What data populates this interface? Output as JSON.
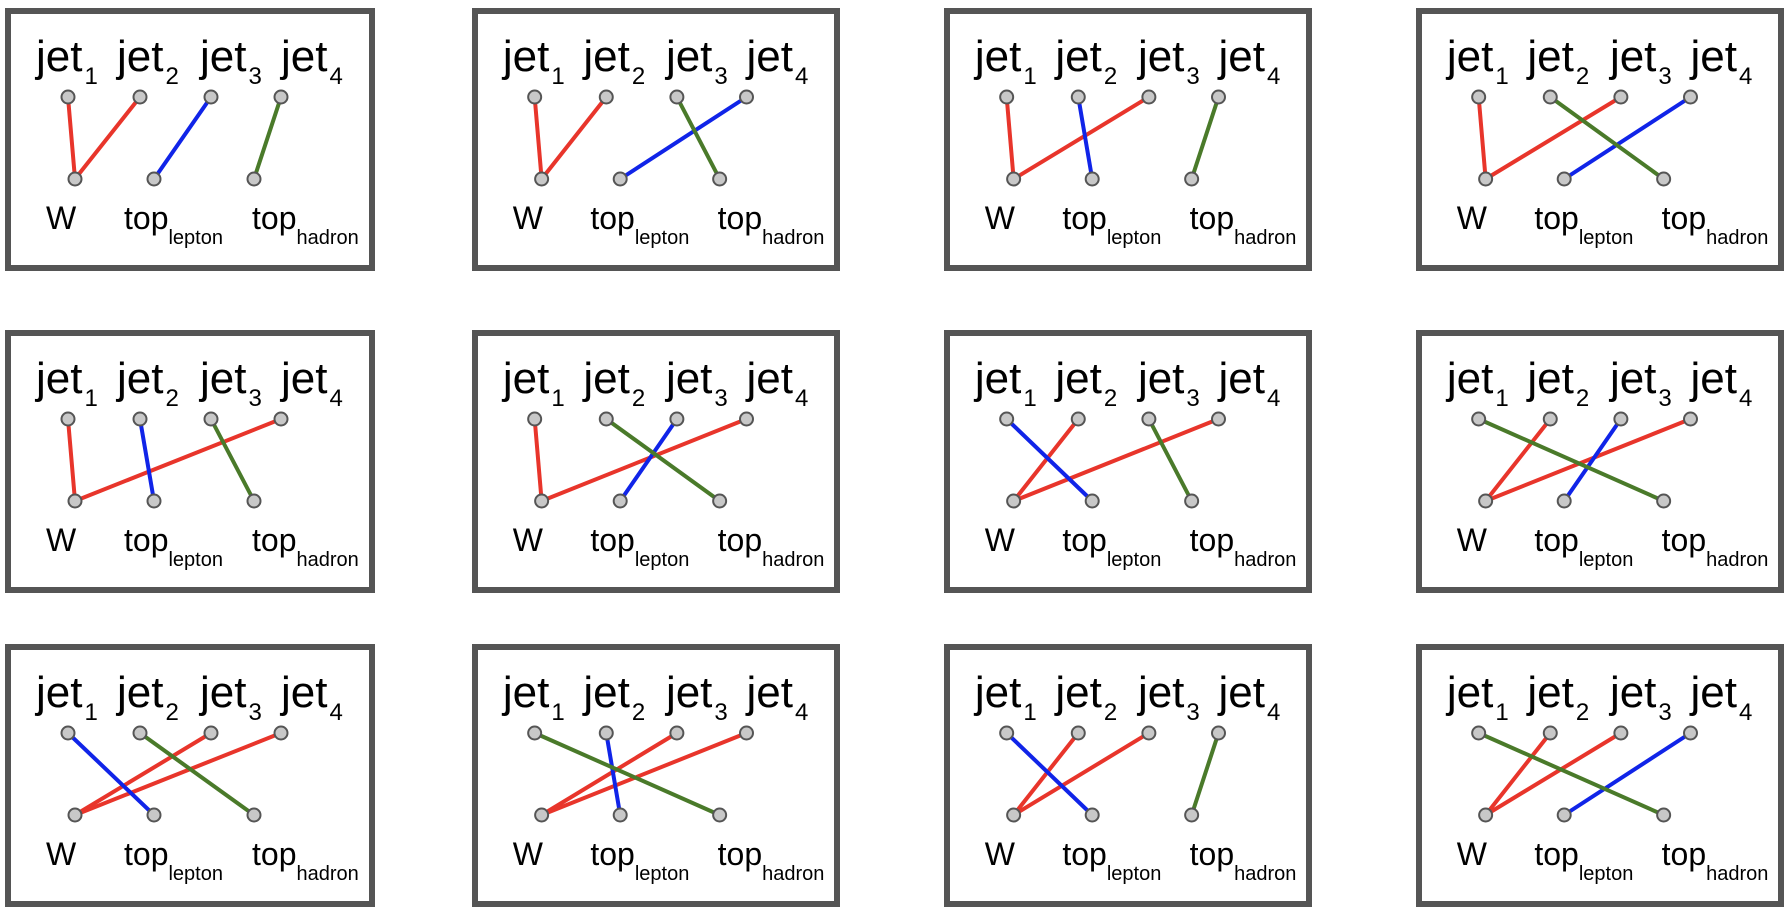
{
  "colors": {
    "frame": "#555555",
    "node_fill": "#c8c8c8",
    "node_stroke": "#555555",
    "W": "#e8352b",
    "top_lepton": "#1024e8",
    "top_hadron": "#4a7a2a"
  },
  "labels": {
    "jet_base": "jet",
    "jet_subs": [
      "1",
      "2",
      "3",
      "4"
    ],
    "targets": [
      {
        "key": "W",
        "base": "W",
        "sub": ""
      },
      {
        "key": "top_lepton",
        "base": "top",
        "sub": "lepton"
      },
      {
        "key": "top_hadron",
        "base": "top",
        "sub": "hadron"
      }
    ]
  },
  "panels": [
    {
      "id": "p1",
      "W": [
        1,
        2
      ],
      "top_lepton": 3,
      "top_hadron": 4
    },
    {
      "id": "p2",
      "W": [
        1,
        2
      ],
      "top_lepton": 4,
      "top_hadron": 3
    },
    {
      "id": "p3",
      "W": [
        1,
        3
      ],
      "top_lepton": 2,
      "top_hadron": 4
    },
    {
      "id": "p4",
      "W": [
        1,
        3
      ],
      "top_lepton": 4,
      "top_hadron": 2
    },
    {
      "id": "p5",
      "W": [
        1,
        4
      ],
      "top_lepton": 2,
      "top_hadron": 3
    },
    {
      "id": "p6",
      "W": [
        1,
        4
      ],
      "top_lepton": 3,
      "top_hadron": 2
    },
    {
      "id": "p7",
      "W": [
        2,
        4
      ],
      "top_lepton": 1,
      "top_hadron": 3
    },
    {
      "id": "p8",
      "W": [
        2,
        4
      ],
      "top_lepton": 3,
      "top_hadron": 1
    },
    {
      "id": "p9",
      "W": [
        3,
        4
      ],
      "top_lepton": 1,
      "top_hadron": 2
    },
    {
      "id": "p10",
      "W": [
        3,
        4
      ],
      "top_lepton": 2,
      "top_hadron": 1
    },
    {
      "id": "p11",
      "W": [
        2,
        3
      ],
      "top_lepton": 1,
      "top_hadron": 4
    },
    {
      "id": "p12",
      "W": [
        2,
        3
      ],
      "top_lepton": 4,
      "top_hadron": 1
    }
  ]
}
